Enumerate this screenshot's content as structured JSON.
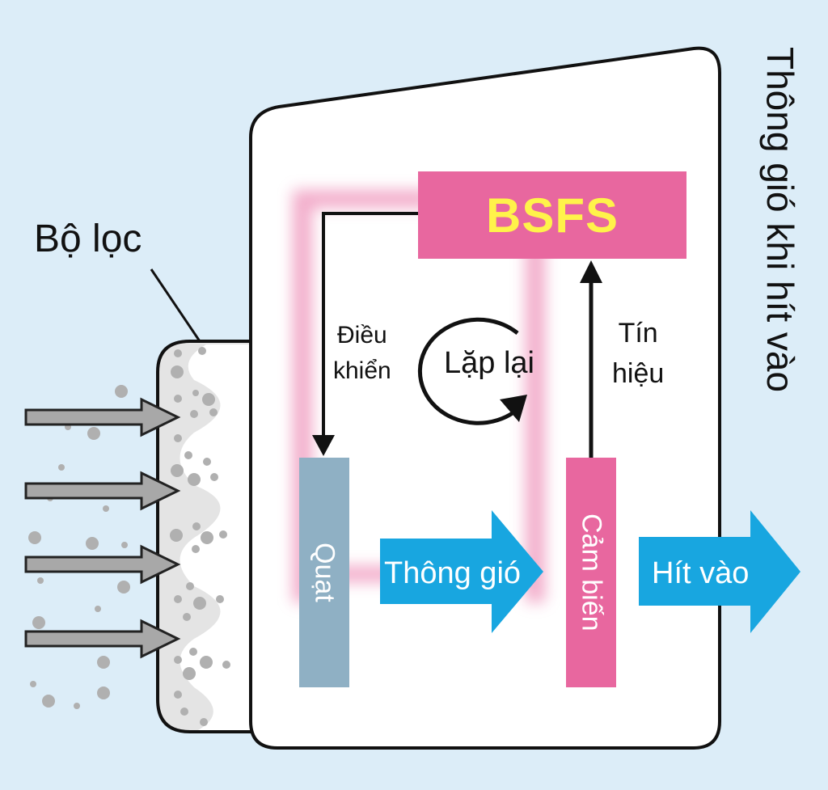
{
  "title_vertical": "Thông gió khi hít vào",
  "filter": {
    "label": "Bộ lọc"
  },
  "controller": {
    "label": "BSFS"
  },
  "control_edge": {
    "line1": "Điều",
    "line2": "khiển"
  },
  "signal_edge": {
    "line1": "Tín",
    "line2": "hiệu"
  },
  "loop": {
    "label": "Lặp lại"
  },
  "fan": {
    "label": "Quạt"
  },
  "sensor": {
    "label": "Cảm biến"
  },
  "ventilation_arrow": {
    "label": "Thông gió"
  },
  "inhale_arrow": {
    "label": "Hít vào"
  },
  "colors": {
    "background": "#dcedf8",
    "bsfs_box": "#e8679f",
    "bsfs_text": "#fff34a",
    "fan_box": "#8fb0c4",
    "sensor_box": "#e8679f",
    "flow_arrow": "#18a6e0",
    "intake_arrow": "#a8a8a8",
    "filter_fill": "#e4e4e4",
    "particle": "#b0b0b0"
  }
}
